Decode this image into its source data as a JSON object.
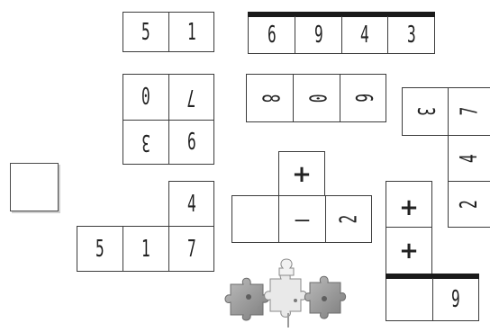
{
  "tiles": {
    "top_left": {
      "cells": [
        "5",
        "1"
      ]
    },
    "top_right": {
      "cells": [
        "6",
        "9",
        "4",
        "3"
      ]
    },
    "square_2x2": {
      "cells": [
        "0",
        "7",
        "3",
        "6"
      ]
    },
    "middle_row": {
      "cells": [
        "8",
        "0",
        "6"
      ]
    },
    "right_l": {
      "cells": [
        "3",
        "7",
        "4",
        "2"
      ]
    },
    "t_shape": {
      "cells": [
        "+",
        "—",
        "2"
      ]
    },
    "l_shape": {
      "cells": [
        "4",
        "5",
        "1",
        "7"
      ]
    },
    "right_column": {
      "cells": [
        "+",
        "+",
        "",
        "9"
      ]
    }
  },
  "colors": {
    "border": "#3c3c3c",
    "thick_bar": "#1a1a1a",
    "digit": "#222222",
    "puzzle_fill": "#9a9a9a"
  },
  "icons": {
    "puzzle": "puzzle-pieces-icon",
    "blank": "empty-square"
  }
}
